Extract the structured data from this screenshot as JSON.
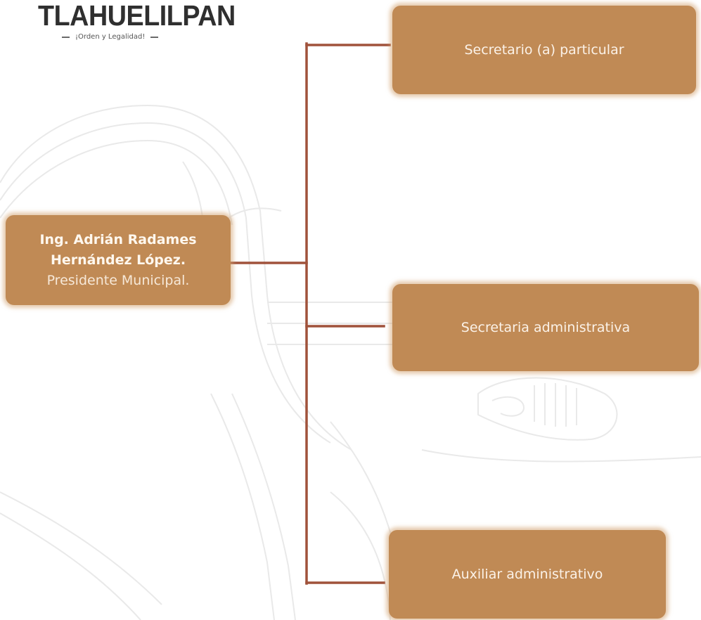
{
  "logo": {
    "title": "TLAHUELILPAN",
    "tagline": "¡Orden y Legalidad!"
  },
  "president": {
    "name_line1": "Ing. Adrián Radames",
    "name_line2": "Hernández López.",
    "role": "Presidente Municipal."
  },
  "positions": [
    {
      "label": "Secretario (a) particular"
    },
    {
      "label": "Secretaria administrativa"
    },
    {
      "label": "Auxiliar administrativo"
    }
  ],
  "colors": {
    "box_fill": "#c08a55",
    "connector": "#a0523b",
    "logo_text": "#2f2f2f"
  }
}
